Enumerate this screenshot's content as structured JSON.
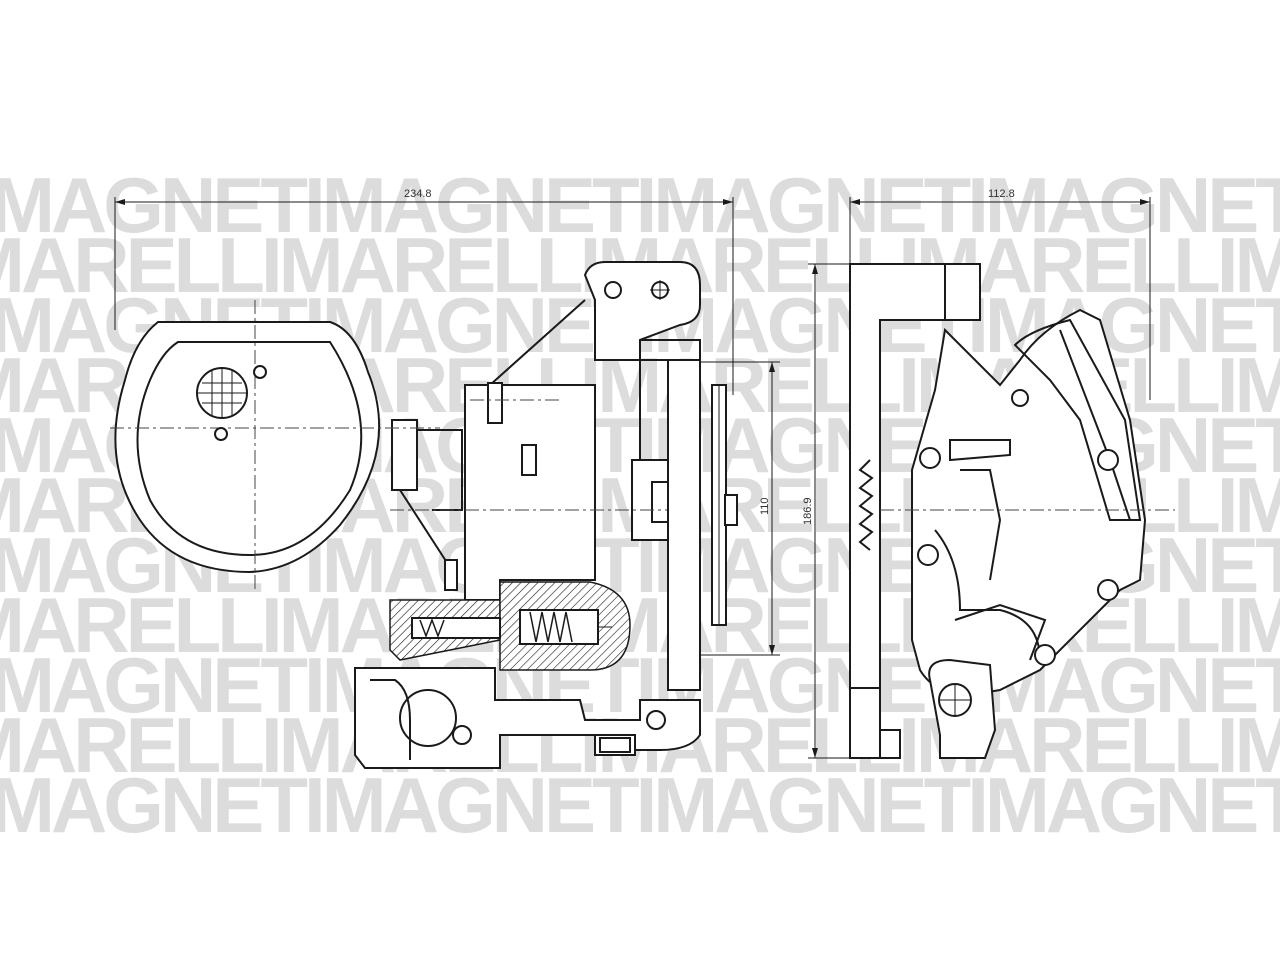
{
  "watermark": {
    "line_a": "MAGNETIMAGNETIMAGNETIMAGNETIMAGNETIMAGNET",
    "line_b": "MARELLIMARELLIMARELLIMARELLIMARELLIMARELLI"
  },
  "dimensions": {
    "front_width": "234.8",
    "side_width": "112.8",
    "front_height": "110",
    "side_height": "186.9"
  },
  "colors": {
    "line": "#1a1a1a",
    "watermark": "#dcdcdc",
    "background": "#ffffff"
  }
}
